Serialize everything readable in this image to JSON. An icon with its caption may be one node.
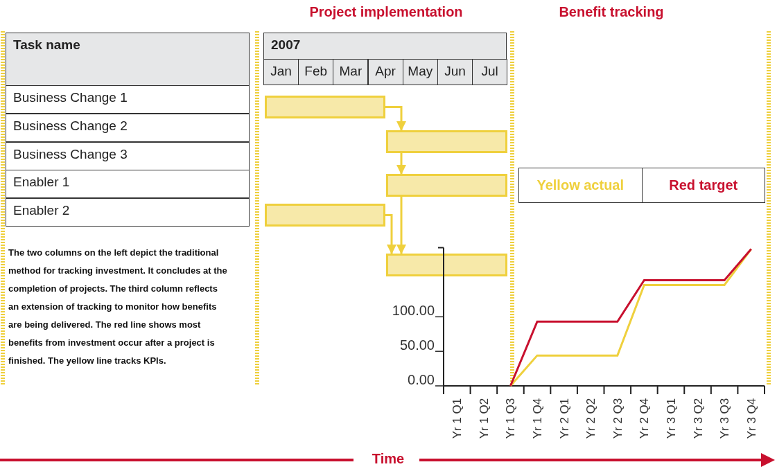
{
  "diagram": {
    "nodes": [
      {
        "text": [],
        "shape": "bar"
      },
      {
        "text": [],
        "shape": "bar"
      },
      {
        "text": [],
        "shape": "bar"
      },
      {
        "text": [],
        "shape": "bar"
      },
      {
        "text": [],
        "shape": "bar"
      }
    ],
    "edges": [
      {
        "from": 0,
        "to": 1,
        "arrow": "to"
      },
      {
        "from": 1,
        "to": 2,
        "arrow": "to"
      },
      {
        "from": 3,
        "to": 4,
        "arrow": "to"
      },
      {
        "from": 2,
        "to": 4,
        "arrow": "to"
      }
    ],
    "labels": [
      "Project implementation",
      "Benefit tracking",
      "Task name",
      "Business Change 1",
      "Business Change 2",
      "Business Change 3",
      "Enabler 1",
      "Enabler 2",
      "2007",
      "Jan",
      "Feb",
      "Mar",
      "Apr",
      "May",
      "Jun",
      "Jul",
      "The two columns on the left depict the traditional method for tracking investment. It concludes at the completion of projects. The third column reflects an extension of tracking to monitor how benefits are being delivered. The red line shows most benefits from investment occur after a project is finished. The yellow line tracks KPIs.",
      "Time"
    ],
    "legend": [
      {
        "text": "Yellow actual",
        "color": "#efd03d"
      },
      {
        "text": "Red target",
        "color": "#c8102e"
      }
    ],
    "chart_data": {
      "type": "line",
      "categories": [
        "Yr 1 Q1",
        "Yr 1 Q2",
        "Yr 1 Q3",
        "Yr 1 Q4",
        "Yr 2 Q1",
        "Yr 2 Q2",
        "Yr 2 Q3",
        "Yr 2 Q4",
        "Yr 3 Q1",
        "Yr 3 Q2",
        "Yr 3 Q3",
        "Yr 3 Q4"
      ],
      "series": [
        {
          "color": "#efd03d",
          "values": [
            null,
            null,
            0,
            44,
            44,
            44,
            44,
            146,
            146,
            146,
            146,
            198
          ]
        },
        {
          "color": "#c8102e",
          "values": [
            null,
            null,
            0,
            93,
            93,
            93,
            93,
            153,
            153,
            153,
            153,
            198
          ]
        }
      ],
      "ylim": [
        0,
        200
      ],
      "yticks": [
        {
          "value": 0,
          "label": "0.00"
        },
        {
          "value": 50,
          "label": "50.00"
        },
        {
          "value": 100,
          "label": "100.00"
        }
      ]
    }
  }
}
